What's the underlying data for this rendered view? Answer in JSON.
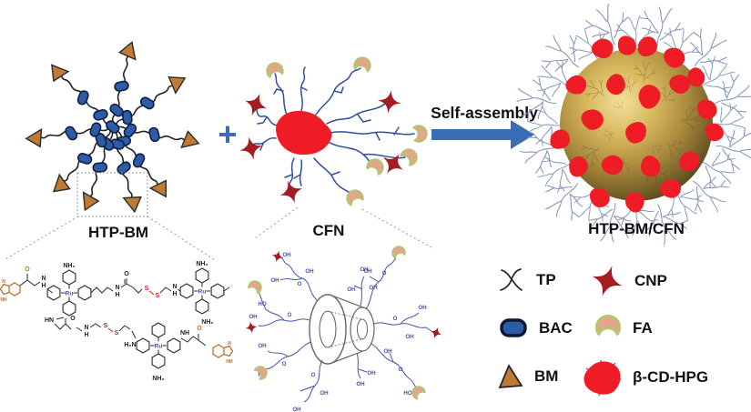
{
  "figure": {
    "labels": {
      "htp_bm": "HTP-BM",
      "cfn": "CFN",
      "plus": "+",
      "self_assembly": "Self-assembly",
      "product": "HTP-BM/CFN"
    },
    "legend": {
      "items": [
        {
          "id": "tp",
          "label": "TP"
        },
        {
          "id": "cnp",
          "label": "CNP"
        },
        {
          "id": "bac",
          "label": "BAC"
        },
        {
          "id": "fa",
          "label": "FA"
        },
        {
          "id": "bm",
          "label": "BM"
        },
        {
          "id": "beta_cd_hpg",
          "label": "β-CD-HPG"
        }
      ]
    },
    "chem_labels": {
      "nh2": "NH₂",
      "h2n": "H₂N",
      "hn": "HN",
      "nh": "NH",
      "n": "N",
      "h": "H",
      "o": "O",
      "s": "S",
      "ru": "Ru",
      "oh": "OH",
      "ho": "HO"
    },
    "colors": {
      "bac_blue": "#2d5ca6",
      "bm_orange": "#bf7b36",
      "cnp_red": "#a31d22",
      "hpg_red": "#ee1c25",
      "fa_fill": "#e8a38f",
      "fa_edge": "#b5c46f",
      "arrow_blue": "#3a6cb8",
      "cfn_arm_blue": "#2e4f9f",
      "sphere_gold": "#c9a94d",
      "fringe_blue": "#8495b5"
    }
  }
}
